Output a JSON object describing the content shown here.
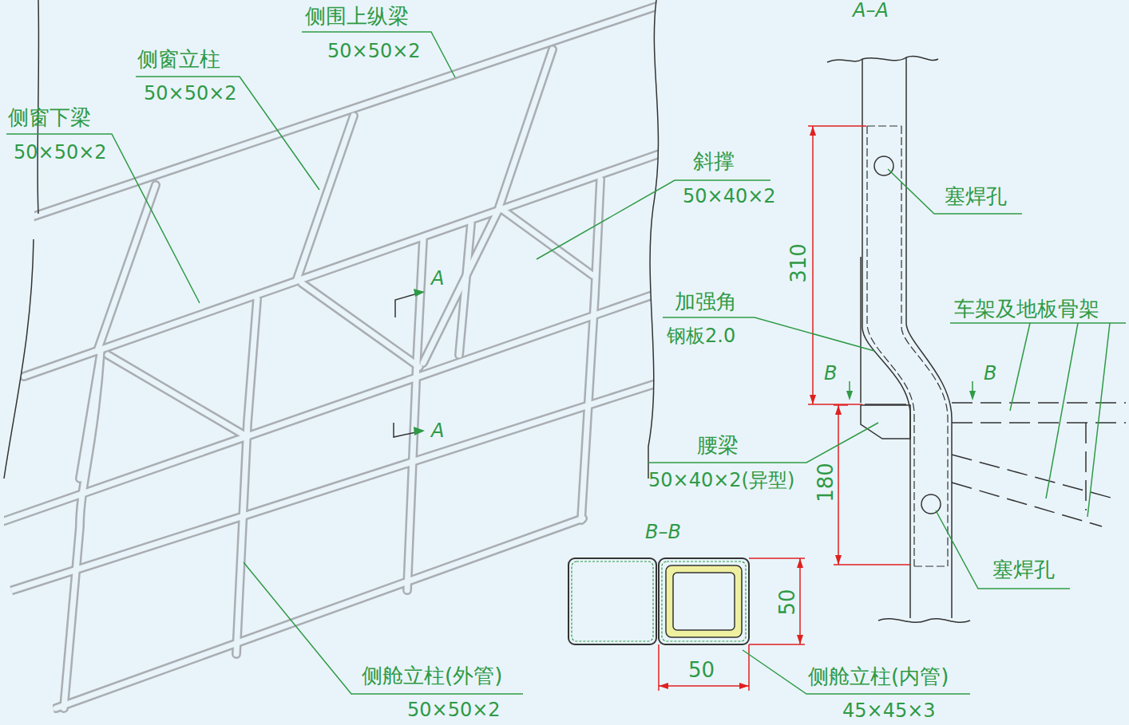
{
  "diagram": {
    "labels": [
      "侧围上纵梁",
      "50×50×2",
      "侧窗立柱",
      "50×50×2",
      "侧窗下梁",
      "50×50×2",
      "斜撑",
      "50×40×2",
      "A",
      "A",
      "A–A",
      "塞焊孔",
      "310",
      "加强角",
      "钢板2.0",
      "车架及地板骨架",
      "B",
      "B",
      "腰梁",
      "50×40×2(异型)",
      "180",
      "B–B",
      "50",
      "50",
      "塞焊孔",
      "侧舱立柱(外管)",
      "50×50×2",
      "侧舱立柱(内管)",
      "45×45×3"
    ]
  }
}
